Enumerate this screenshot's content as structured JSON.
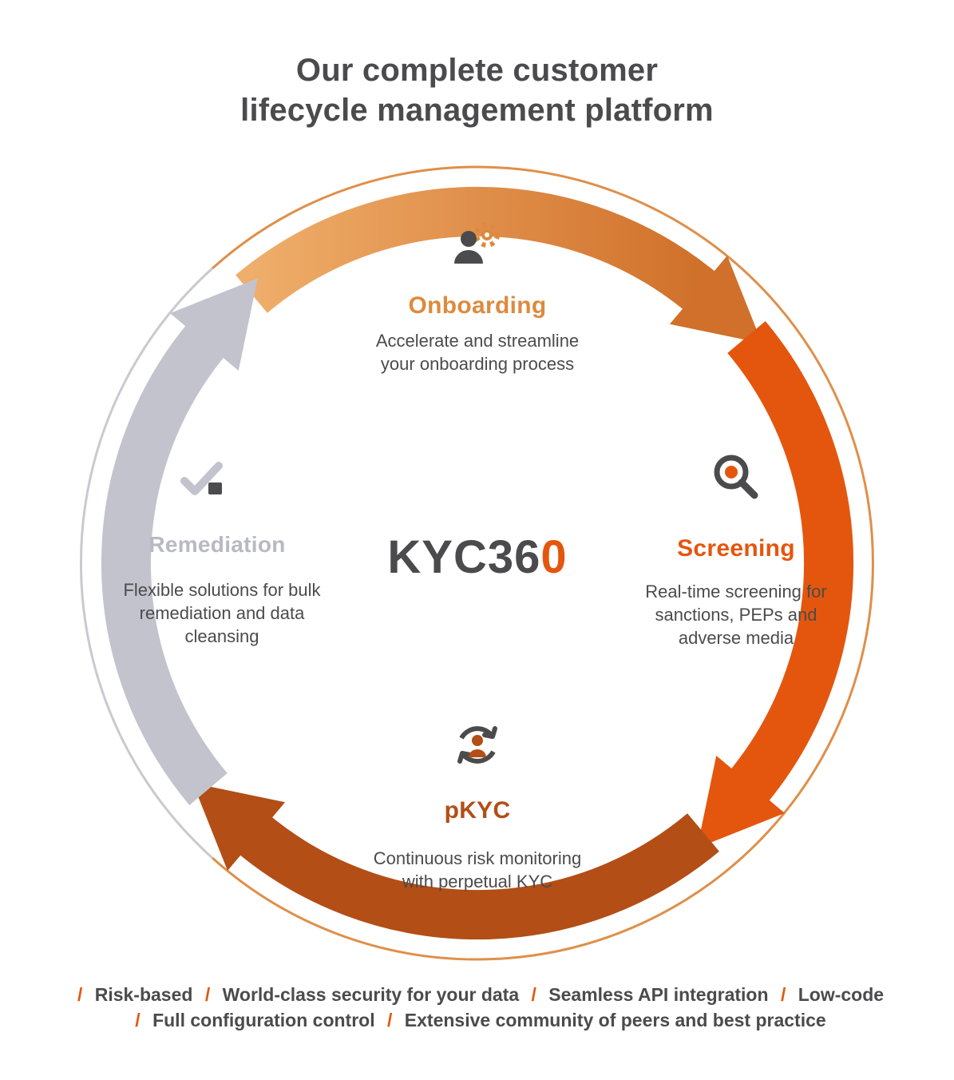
{
  "title": {
    "line1": "Our complete customer",
    "line2": "lifecycle management platform"
  },
  "center": {
    "logo_dark": "KYC36",
    "logo_accent": "0"
  },
  "segments": {
    "onboarding": {
      "label": "Onboarding",
      "desc": [
        "Accelerate and streamline",
        "your onboarding process"
      ],
      "color": "#dd8a3e"
    },
    "screening": {
      "label": "Screening",
      "desc": [
        "Real-time screening for",
        "sanctions, PEPs and",
        "adverse media"
      ],
      "color": "#e4560e"
    },
    "pkyc": {
      "label": "pKYC",
      "desc": [
        "Continuous risk monitoring",
        "with perpetual KYC"
      ],
      "color": "#b34e16"
    },
    "remediation": {
      "label": "Remediation",
      "desc": [
        "Flexible solutions for bulk",
        "remediation and data",
        "cleansing"
      ],
      "color": "#c3c3cd"
    }
  },
  "footer": {
    "separator": "/",
    "line1": [
      "Risk-based",
      "World-class security for your data",
      "Seamless API integration",
      "Low-code"
    ],
    "line2": [
      "Full configuration control",
      "Extensive community of peers and best practice"
    ]
  },
  "colors": {
    "accent_orange": "#e4560e",
    "soft_orange": "#dd8a3e",
    "rust": "#b34e16",
    "gray": "#c3c3cd",
    "text_dark": "#4b4b4d"
  }
}
